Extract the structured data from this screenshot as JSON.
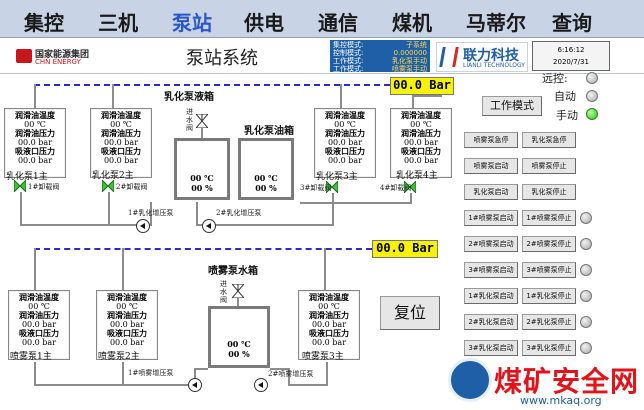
{
  "nav": {
    "items": [
      "集控",
      "三机",
      "泵站",
      "供电",
      "通信",
      "煤机",
      "马蒂尔",
      "查询"
    ],
    "active_index": 2
  },
  "header": {
    "logo_cn": "国家能源集团",
    "logo_en": "CHN ENERGY",
    "title": "泵站系统",
    "mode_panel": {
      "rows": [
        {
          "label": "集控模式:",
          "value": "子系统"
        },
        {
          "label": "控制模式:",
          "value": "0.000000"
        },
        {
          "label": "工作模式:",
          "value": "乳化泵手动"
        },
        {
          "label": "工作模式:",
          "value": "喷雾泵手动"
        }
      ]
    },
    "brand_cn": "联力科技",
    "brand_en": "LIANLI TECHNOLOGY",
    "clock_time": "6:16:12",
    "clock_date": "2020/7/31"
  },
  "emulsion": {
    "section_title": "乳化泵液箱",
    "pressure": "00.0 Bar",
    "tank_title": "乳化泵油箱",
    "inlet_label": "进水阀",
    "pumps": [
      {
        "name": "乳化泵1主",
        "unload": "1#卸载阀"
      },
      {
        "name": "乳化泵2主",
        "unload": "2#卸载阀"
      },
      {
        "name": "乳化泵3主",
        "unload": "3#卸载阀"
      },
      {
        "name": "乳化泵4主",
        "unload": "4#卸载阀"
      }
    ],
    "tank1": {
      "temp": "00 ℃",
      "level": "00 %"
    },
    "tank2": {
      "temp": "00 ℃",
      "level": "00 %"
    },
    "booster1": "1#乳化增压泵",
    "booster2": "2#乳化增压泵"
  },
  "spray": {
    "section_title": "喷雾泵水箱",
    "pressure": "00.0 Bar",
    "inlet_label": "进水阀",
    "pumps": [
      {
        "name": "喷雾泵1主"
      },
      {
        "name": "喷雾泵2主"
      },
      {
        "name": "喷雾泵3主"
      }
    ],
    "tank": {
      "temp": "00 ℃",
      "level": "00 %"
    },
    "booster1": "1#喷雾增压泵",
    "booster2": "2#喷雾增压泵"
  },
  "pump_panel": {
    "line1": "润滑油温度",
    "line2": "00 ℃",
    "line3": "润滑油压力",
    "line4": "00.0 bar",
    "line5": "吸液口压力",
    "line6": "00.0 bar"
  },
  "controls": {
    "remote": "远控:",
    "auto": "自动",
    "manual": "手动",
    "work_mode": "工作模式",
    "reset": "复位",
    "buttons_left": [
      "喷雾泵急停",
      "喷雾泵启动",
      "乳化泵启动",
      "1#喷雾泵启动",
      "2#喷雾泵启动",
      "3#喷雾泵启动",
      "1#乳化泵启动",
      "2#乳化泵启动",
      "3#乳化泵启动"
    ],
    "buttons_right": [
      "乳化泵急停",
      "喷雾泵停止",
      "乳化泵停止",
      "1#喷雾泵停止",
      "2#喷雾泵停止",
      "3#喷雾泵停止",
      "1#乳化泵停止",
      "2#乳化泵停止",
      "3#乳化泵停止"
    ]
  },
  "watermark": {
    "text": "煤矿安全网",
    "url": "www.mkaq.org"
  }
}
